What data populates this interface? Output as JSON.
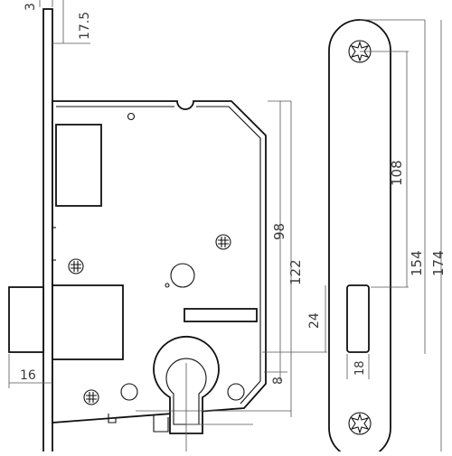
{
  "diagram": {
    "subject": "mortise lock technical drawing",
    "dimensions": {
      "top_3": "3",
      "top_175": "17.5",
      "backset_16": "16",
      "height_98": "98",
      "height_122": "122",
      "slot_24": "24",
      "lower_8": "8",
      "plate_108": "108",
      "plate_154": "154",
      "plate_174": "174",
      "slot_width_18": "18"
    }
  }
}
